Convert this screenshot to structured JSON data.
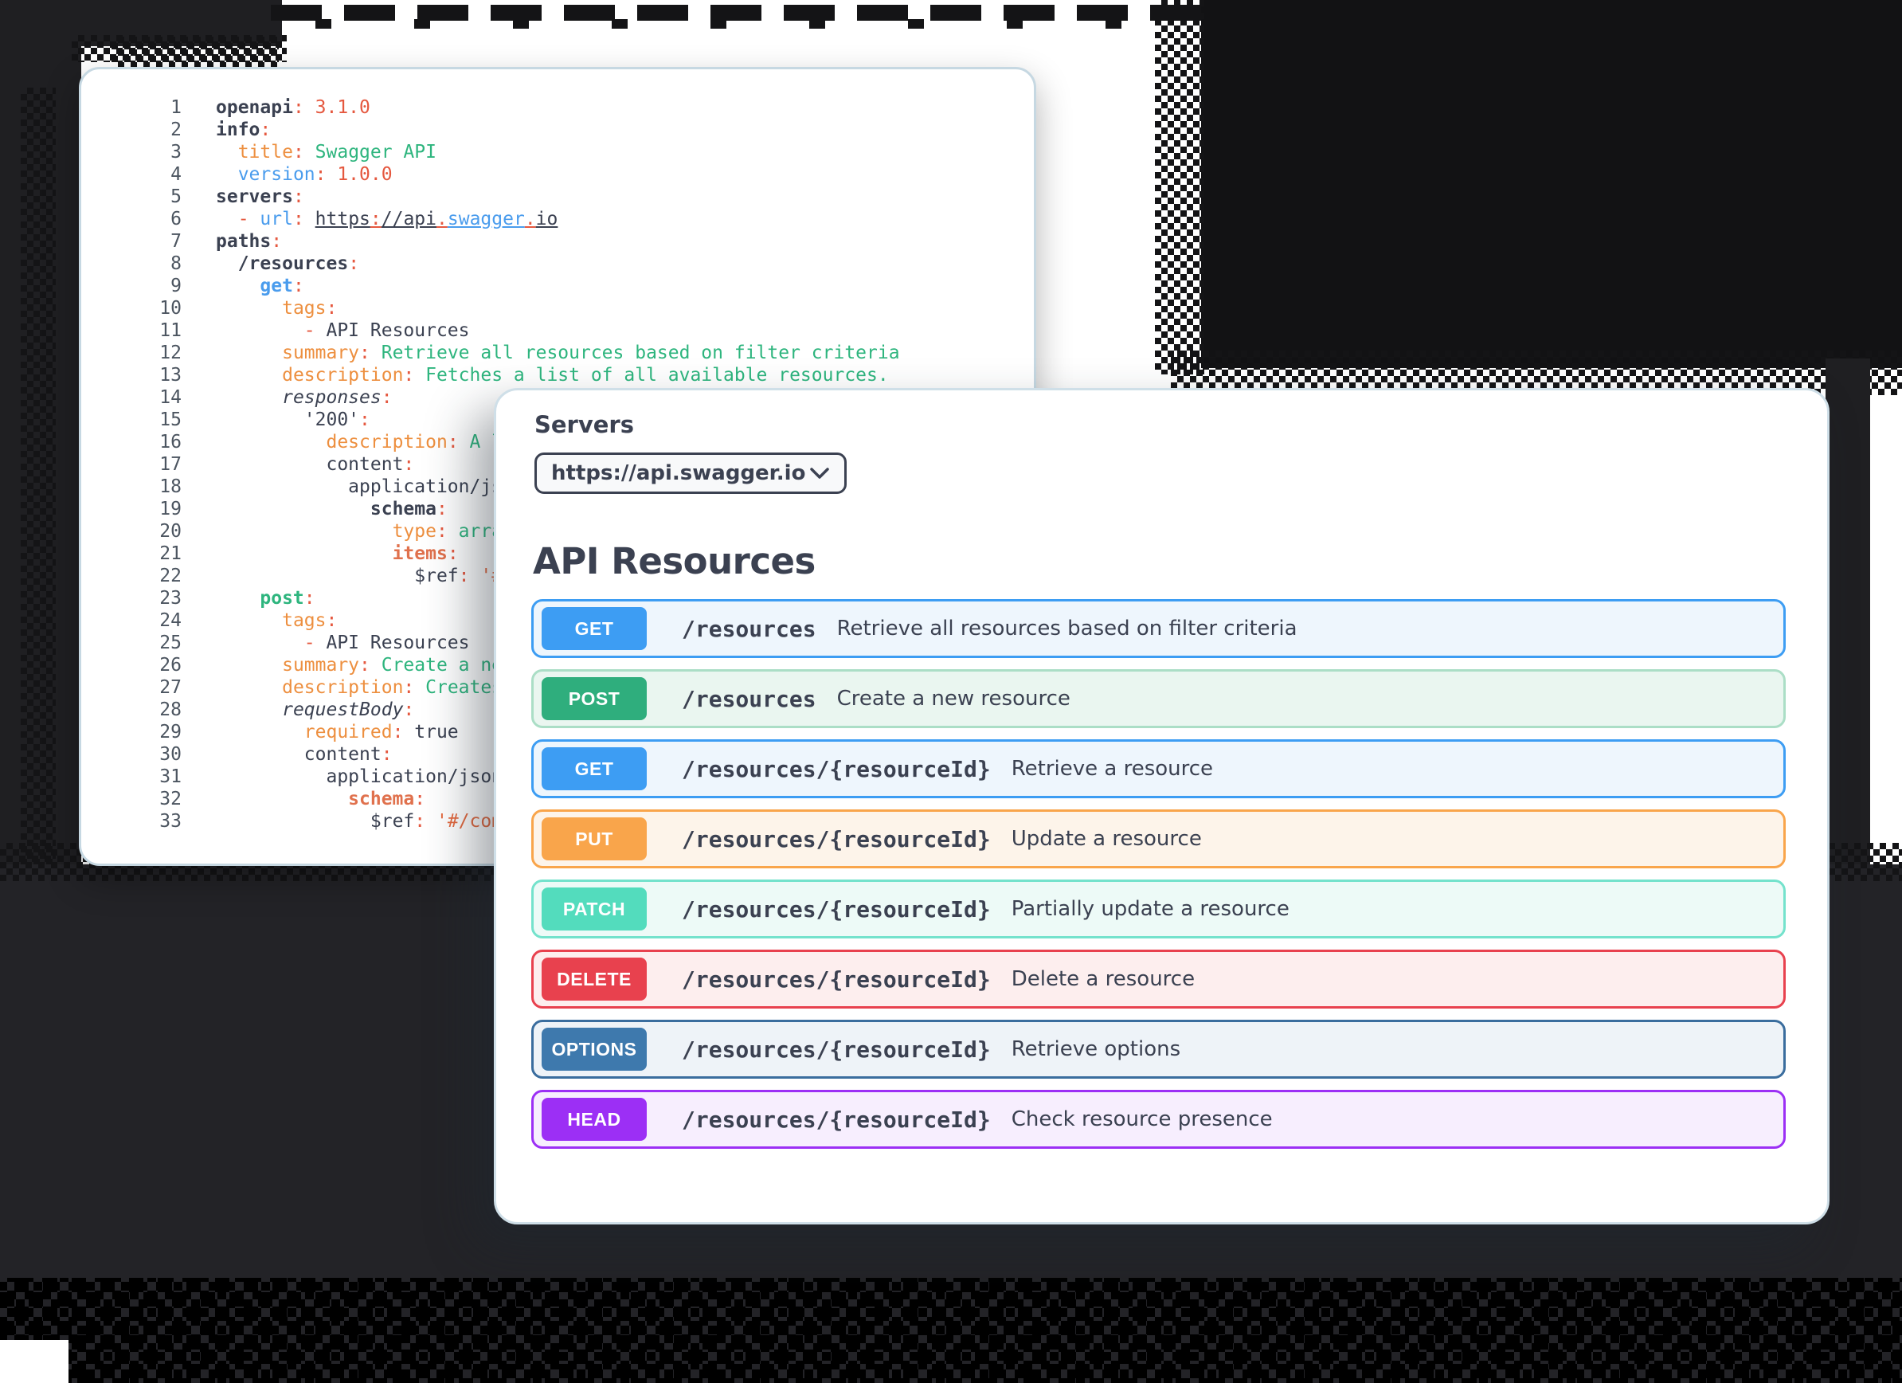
{
  "colors": {
    "ink": "#3b4151",
    "code_palette": {
      "ink": "#3b4151",
      "orange": "#ed8f3f",
      "red": "#e5583f",
      "green": "#2eb57e",
      "blue": "#4a9ced",
      "salmon": "#e0714d",
      "refval": "#e5693f"
    }
  },
  "editor_card": {
    "lines": [
      {
        "num": "1",
        "seg": [
          [
            "k",
            "openapi"
          ],
          [
            "r",
            ": 3.1.0"
          ]
        ]
      },
      {
        "num": "2",
        "seg": [
          [
            "k",
            "info"
          ],
          [
            "r",
            ":"
          ]
        ]
      },
      {
        "num": "3",
        "seg": [
          [
            "d",
            "  "
          ],
          [
            "o",
            "title"
          ],
          [
            "r",
            ": "
          ],
          [
            "g",
            "Swagger API"
          ]
        ]
      },
      {
        "num": "4",
        "seg": [
          [
            "d",
            "  "
          ],
          [
            "b",
            "version"
          ],
          [
            "r",
            ": 1.0.0"
          ]
        ]
      },
      {
        "num": "5",
        "seg": [
          [
            "k",
            "servers"
          ],
          [
            "r",
            ":"
          ]
        ]
      },
      {
        "num": "6",
        "seg": [
          [
            "d",
            "  "
          ],
          [
            "r",
            "- "
          ],
          [
            "b",
            "url"
          ],
          [
            "r",
            ": "
          ],
          [
            "ud",
            "https"
          ],
          [
            "ur",
            ":"
          ],
          [
            "ud",
            "//api"
          ],
          [
            "ur",
            "."
          ],
          [
            "ub",
            "swagger"
          ],
          [
            "ur",
            "."
          ],
          [
            "ud",
            "io"
          ]
        ]
      },
      {
        "num": "7",
        "seg": [
          [
            "k",
            "paths"
          ],
          [
            "r",
            ":"
          ]
        ]
      },
      {
        "num": "8",
        "seg": [
          [
            "d",
            "  "
          ],
          [
            "k",
            "/resources"
          ],
          [
            "r",
            ":"
          ]
        ]
      },
      {
        "num": "9",
        "seg": [
          [
            "d",
            "    "
          ],
          [
            "bb",
            "get"
          ],
          [
            "r",
            ":"
          ]
        ]
      },
      {
        "num": "10",
        "seg": [
          [
            "d",
            "      "
          ],
          [
            "o",
            "tags"
          ],
          [
            "r",
            ":"
          ]
        ]
      },
      {
        "num": "11",
        "seg": [
          [
            "d",
            "        "
          ],
          [
            "r",
            "- "
          ],
          [
            "d",
            "API Resources"
          ]
        ]
      },
      {
        "num": "12",
        "seg": [
          [
            "d",
            "      "
          ],
          [
            "o",
            "summary"
          ],
          [
            "r",
            ": "
          ],
          [
            "g",
            "Retrieve all resources based on filter criteria"
          ]
        ]
      },
      {
        "num": "13",
        "seg": [
          [
            "d",
            "      "
          ],
          [
            "o",
            "description"
          ],
          [
            "r",
            ": "
          ],
          [
            "g",
            "Fetches a list of all available resources."
          ]
        ]
      },
      {
        "num": "14",
        "seg": [
          [
            "d",
            "      "
          ],
          [
            "i",
            "responses"
          ],
          [
            "r",
            ":"
          ]
        ]
      },
      {
        "num": "15",
        "seg": [
          [
            "d",
            "        "
          ],
          [
            "d",
            "'200'"
          ],
          [
            "r",
            ":"
          ]
        ]
      },
      {
        "num": "16",
        "seg": [
          [
            "d",
            "          "
          ],
          [
            "o",
            "description"
          ],
          [
            "r",
            ": "
          ],
          [
            "g",
            "A list of resources."
          ]
        ]
      },
      {
        "num": "17",
        "seg": [
          [
            "d",
            "          "
          ],
          [
            "d",
            "content"
          ],
          [
            "r",
            ":"
          ]
        ]
      },
      {
        "num": "18",
        "seg": [
          [
            "d",
            "            "
          ],
          [
            "d",
            "application/json"
          ],
          [
            "r",
            ":"
          ]
        ]
      },
      {
        "num": "19",
        "seg": [
          [
            "d",
            "              "
          ],
          [
            "k",
            "schema"
          ],
          [
            "r",
            ":"
          ]
        ]
      },
      {
        "num": "20",
        "seg": [
          [
            "d",
            "                "
          ],
          [
            "o",
            "type"
          ],
          [
            "r",
            ": "
          ],
          [
            "g",
            "array"
          ]
        ]
      },
      {
        "num": "21",
        "seg": [
          [
            "d",
            "                "
          ],
          [
            "sb",
            "items"
          ],
          [
            "r",
            ":"
          ]
        ]
      },
      {
        "num": "22",
        "seg": [
          [
            "d",
            "                  "
          ],
          [
            "d",
            "$ref"
          ],
          [
            "r",
            ": "
          ],
          [
            "or",
            "'#/components/schemas/Resource'"
          ]
        ]
      },
      {
        "num": "23",
        "seg": [
          [
            "d",
            "    "
          ],
          [
            "gb",
            "post"
          ],
          [
            "r",
            ":"
          ]
        ]
      },
      {
        "num": "24",
        "seg": [
          [
            "d",
            "      "
          ],
          [
            "o",
            "tags"
          ],
          [
            "r",
            ":"
          ]
        ]
      },
      {
        "num": "25",
        "seg": [
          [
            "d",
            "        "
          ],
          [
            "r",
            "- "
          ],
          [
            "d",
            "API Resources"
          ]
        ]
      },
      {
        "num": "26",
        "seg": [
          [
            "d",
            "      "
          ],
          [
            "o",
            "summary"
          ],
          [
            "r",
            ": "
          ],
          [
            "g",
            "Create a new resource"
          ]
        ]
      },
      {
        "num": "27",
        "seg": [
          [
            "d",
            "      "
          ],
          [
            "o",
            "description"
          ],
          [
            "r",
            ": "
          ],
          [
            "g",
            "Creates a new resource."
          ]
        ]
      },
      {
        "num": "28",
        "seg": [
          [
            "d",
            "      "
          ],
          [
            "i",
            "requestBody"
          ],
          [
            "r",
            ":"
          ]
        ]
      },
      {
        "num": "29",
        "seg": [
          [
            "d",
            "        "
          ],
          [
            "o",
            "required"
          ],
          [
            "r",
            ": "
          ],
          [
            "d",
            "true"
          ]
        ]
      },
      {
        "num": "30",
        "seg": [
          [
            "d",
            "        "
          ],
          [
            "d",
            "content"
          ],
          [
            "r",
            ":"
          ]
        ]
      },
      {
        "num": "31",
        "seg": [
          [
            "d",
            "          "
          ],
          [
            "d",
            "application/json"
          ],
          [
            "r",
            ":"
          ]
        ]
      },
      {
        "num": "32",
        "seg": [
          [
            "d",
            "            "
          ],
          [
            "sb",
            "schema"
          ],
          [
            "r",
            ":"
          ]
        ]
      },
      {
        "num": "33",
        "seg": [
          [
            "d",
            "              "
          ],
          [
            "d",
            "$ref"
          ],
          [
            "r",
            ": "
          ],
          [
            "or",
            "'#/components/schemas/Resource'"
          ]
        ]
      }
    ]
  },
  "api_card": {
    "servers_label": "Servers",
    "server_url": "https://api.swagger.io",
    "title": "API Resources",
    "rows": [
      {
        "method": "GET",
        "path": "/resources",
        "desc": "Retrieve all resources based on filter criteria",
        "badge_color": "#3d9df3",
        "border_color": "#3d9df3",
        "bg_color": "#eef6fd"
      },
      {
        "method": "POST",
        "path": "/resources",
        "desc": "Create a new resource",
        "badge_color": "#2fae7d",
        "border_color": "#abdec6",
        "bg_color": "#eaf6f0"
      },
      {
        "method": "GET",
        "path": "/resources/{resourceId}",
        "desc": "Retrieve a resource",
        "badge_color": "#3d9df3",
        "border_color": "#3d9df3",
        "bg_color": "#eef6fd"
      },
      {
        "method": "PUT",
        "path": "/resources/{resourceId}",
        "desc": "Update a resource",
        "badge_color": "#f9a54b",
        "border_color": "#f9a54b",
        "bg_color": "#fdf4ea"
      },
      {
        "method": "PATCH",
        "path": "/resources/{resourceId}",
        "desc": "Partially update a resource",
        "badge_color": "#53dcbd",
        "border_color": "#74e2cc",
        "bg_color": "#edfaf7"
      },
      {
        "method": "DELETE",
        "path": "/resources/{resourceId}",
        "desc": "Delete a resource",
        "badge_color": "#e8414e",
        "border_color": "#e8414e",
        "bg_color": "#fdeeee"
      },
      {
        "method": "OPTIONS",
        "path": "/resources/{resourceId}",
        "desc": "Retrieve options",
        "badge_color": "#3e79ad",
        "border_color": "#3a6d9e",
        "bg_color": "#eef3f8"
      },
      {
        "method": "HEAD",
        "path": "/resources/{resourceId}",
        "desc": "Check resource presence",
        "badge_color": "#9c2ff5",
        "border_color": "#9c2ff5",
        "bg_color": "#f7eefe"
      }
    ]
  }
}
